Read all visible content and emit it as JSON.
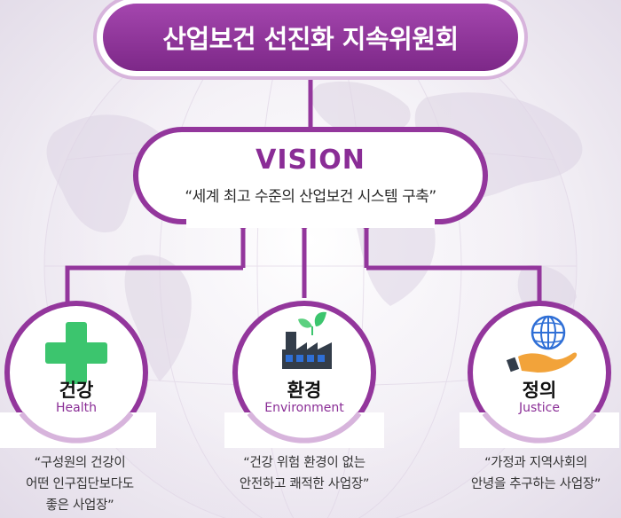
{
  "header": {
    "title": "산업보건 선진화 지속위원회"
  },
  "vision": {
    "title": "VISION",
    "statement": "“세계 최고 수준의 산업보건 시스템 구축”"
  },
  "pillars": [
    {
      "title": "건강",
      "subtitle": "Health",
      "icon": "green-cross-icon",
      "quote_lines": [
        "“구성원의 건강이",
        "어떤 인구집단보다도",
        "좋은 사업장”"
      ]
    },
    {
      "title": "환경",
      "subtitle": "Environment",
      "icon": "eco-factory-icon",
      "quote_lines": [
        "“건강 위험 환경이 없는",
        "안전하고 쾌적한 사업장”"
      ]
    },
    {
      "title": "정의",
      "subtitle": "Justice",
      "icon": "globe-hand-icon",
      "quote_lines": [
        "“가정과 지역사회의",
        "안녕을 추구하는 사업장”"
      ]
    }
  ],
  "colors": {
    "primary_purple": "#93369c",
    "light_purple": "#d7b4dc",
    "accent_green": "#3cc56e",
    "accent_blue": "#2f6fd6",
    "accent_orange": "#f2a33a"
  }
}
